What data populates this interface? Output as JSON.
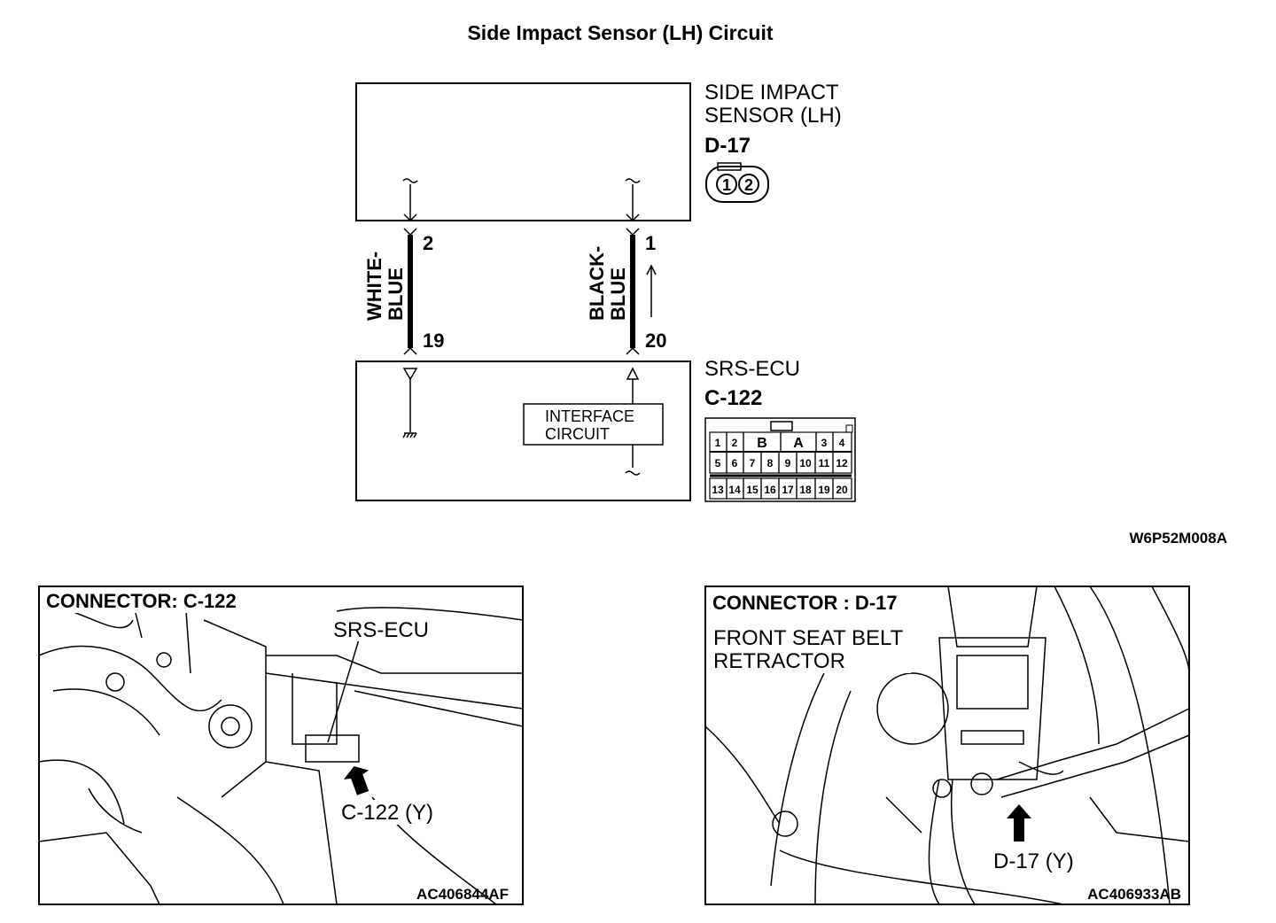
{
  "title": "Side Impact Sensor (LH) Circuit",
  "diagram_code": "W6P52M008A",
  "sensor": {
    "name_line1": "SIDE IMPACT",
    "name_line2": "SENSOR (LH)",
    "connector": "D-17",
    "pins": [
      "1",
      "2"
    ]
  },
  "ecu": {
    "name": "SRS-ECU",
    "connector": "C-122",
    "interface_line1": "INTERFACE",
    "interface_line2": "CIRCUIT",
    "connector_cells": {
      "row1": [
        "1",
        "2",
        "B",
        "A",
        "3",
        "4"
      ],
      "row2": [
        "5",
        "6",
        "7",
        "8",
        "9",
        "10",
        "11",
        "12"
      ],
      "row3": [
        "13",
        "14",
        "15",
        "16",
        "17",
        "18",
        "19",
        "20"
      ]
    }
  },
  "wires": [
    {
      "color_line1": "WHITE-",
      "color_line2": "BLUE",
      "sensor_pin": "2",
      "ecu_pin": "19"
    },
    {
      "color_line1": "BLACK-",
      "color_line2": "BLUE",
      "sensor_pin": "1",
      "ecu_pin": "20"
    }
  ],
  "photo_left": {
    "heading": "CONNECTOR: C-122",
    "component": "SRS-ECU",
    "callout": "C-122 (Y)",
    "code": "AC406844AF"
  },
  "photo_right": {
    "heading": "CONNECTOR : D-17",
    "component_line1": "FRONT SEAT BELT",
    "component_line2": "RETRACTOR",
    "callout": "D-17 (Y)",
    "code": "AC406933AB"
  }
}
